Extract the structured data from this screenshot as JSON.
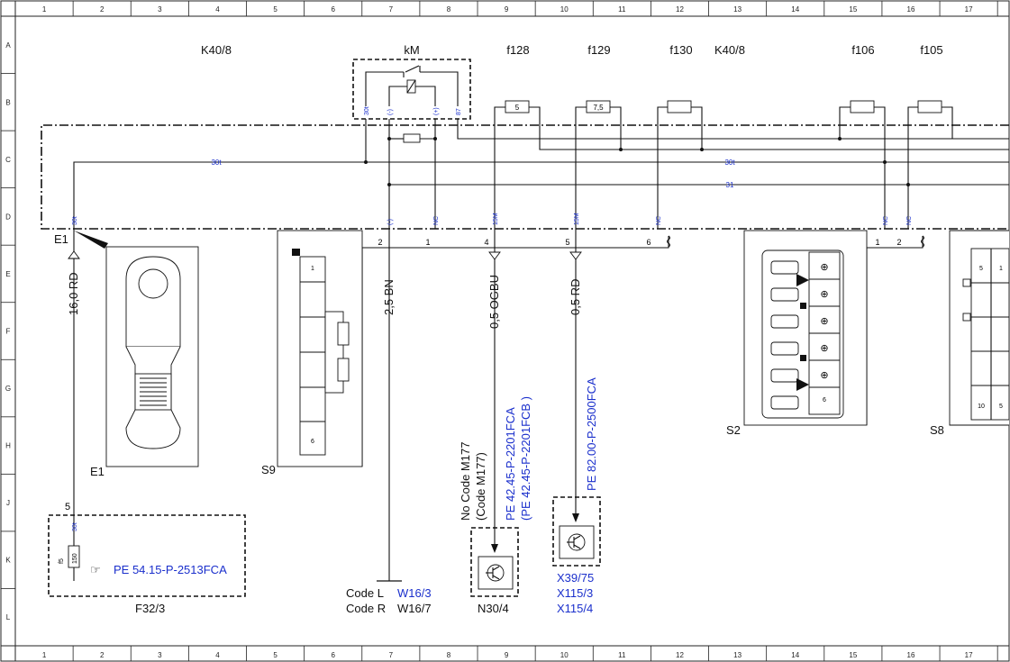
{
  "grid": {
    "columns": [
      "1",
      "2",
      "3",
      "4",
      "5",
      "6",
      "7",
      "8",
      "9",
      "10",
      "11",
      "12",
      "13",
      "14",
      "15",
      "16",
      "17"
    ],
    "rows": [
      "A",
      "B",
      "C",
      "D",
      "E",
      "F",
      "G",
      "H",
      "J",
      "K",
      "L"
    ]
  },
  "components": {
    "k40_8_left": "K40/8",
    "km": "kM",
    "f128": "f128",
    "f129": "f129",
    "f130": "f130",
    "k40_8_right": "K40/8",
    "f106": "f106",
    "f105": "f105",
    "e1_top": "E1",
    "e1_bottom": "E1",
    "s9": "S9",
    "s2": "S2",
    "s8": "S8",
    "f32_3": "F32/3",
    "n30_4": "N30/4"
  },
  "fuses": {
    "f128": "5",
    "f129": "7,5"
  },
  "pins": {
    "km_30t": "30t",
    "km_minus": "(-)",
    "km_plus": "(+)",
    "km_87": "87",
    "e1_30t": "30t",
    "pin_minus": "(-)",
    "pin_nc_1": "NC",
    "pin_15m_1": "15M",
    "pin_15m_2": "15M",
    "pin_nc_2": "NC",
    "pin_nc_3": "NC",
    "pin_nc_4": "NC",
    "f32_30t": "30t",
    "f32_f5": "f5",
    "f32_150": "150"
  },
  "bus_labels": {
    "bus_30t_left": "30t",
    "bus_30t_right": "30t",
    "bus_31": "31"
  },
  "connector_numbers": {
    "c2": "2",
    "c1": "1",
    "c4": "4",
    "c5": "5",
    "c6": "6",
    "s2_1": "1",
    "s2_2": "2",
    "e1_5": "5"
  },
  "wires": {
    "w16_rd": "16,0 RD",
    "w2_5_bn": "2,5 BN",
    "w0_5_ogbu": "0,5 OGBU",
    "w0_5_rd": "0,5 RD"
  },
  "switch_numbers": {
    "s9_1": "1",
    "s9_6": "6",
    "s2_6": "6",
    "s8_5a": "5",
    "s8_1": "1",
    "s8_10": "10",
    "s8_5b": "5"
  },
  "references": {
    "pe_54": "PE 54.15-P-2513FCA",
    "pe_42": "PE 42.45-P-2201FCA",
    "pe_42b": "(PE 42.45-P-2201FCB )",
    "pe_82": "PE 82.00-P-2500FCA",
    "no_code": "No Code M177",
    "code_m177": "(Code M177)",
    "code_l": "Code L",
    "code_r": "Code R",
    "w16_3": "W16/3",
    "w16_7": "W16/7",
    "x39_75": "X39/75",
    "x115_3": "X115/3",
    "x115_4": "X115/4"
  },
  "colors": {
    "reference_blue": "#1a2fcc",
    "line": "#111111"
  }
}
